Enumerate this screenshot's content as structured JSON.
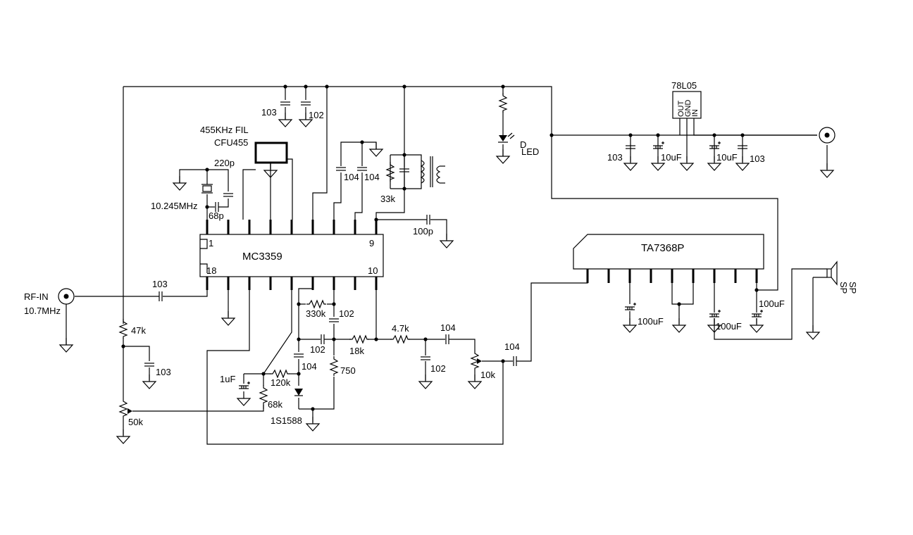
{
  "schematic": {
    "ic1": {
      "name": "MC3359",
      "pin1": "1",
      "pin9": "9",
      "pin18": "18",
      "pin10": "10"
    },
    "ic2": {
      "name": "TA7368P"
    },
    "regulator": {
      "name": "78L05",
      "pins": [
        "OUT",
        "GND",
        "IN"
      ]
    },
    "filter": {
      "line1": "455KHz FIL",
      "line2": "CFU455"
    },
    "crystal": {
      "freq": "10.245MHz"
    },
    "input": {
      "label": "RF-IN",
      "freq": "10.7MHz"
    },
    "diode": "1S1588",
    "led": {
      "d": "D",
      "label": "LED"
    },
    "speaker": {
      "line1": "SP",
      "line2": "SP"
    },
    "labels": {
      "c103_top": "103",
      "c102_top": "102",
      "c220p": "220p",
      "c68p": "68p",
      "c104_a": "104",
      "c104_b": "104",
      "r33k": "33k",
      "c100p": "100p",
      "c103_in": "103",
      "r330k": "330k",
      "c102_b": "102",
      "c102_c": "102",
      "r18k": "18k",
      "r47k_a": "4.7k",
      "c104_c": "104",
      "c102_d": "102",
      "c104_d": "104",
      "r10k": "10k",
      "c104_e": "104",
      "r47k": "47k",
      "c103_b": "103",
      "r50k": "50k",
      "c1uF": "1uF",
      "r120k": "120k",
      "r68k": "68k",
      "r750": "750",
      "c103_r1": "103",
      "c10uF_a": "10uF",
      "c10uF_b": "10uF",
      "c103_r2": "103",
      "c100uF_a": "100uF",
      "c100uF_b": "100uF",
      "c100uF_c": "100uF"
    }
  }
}
